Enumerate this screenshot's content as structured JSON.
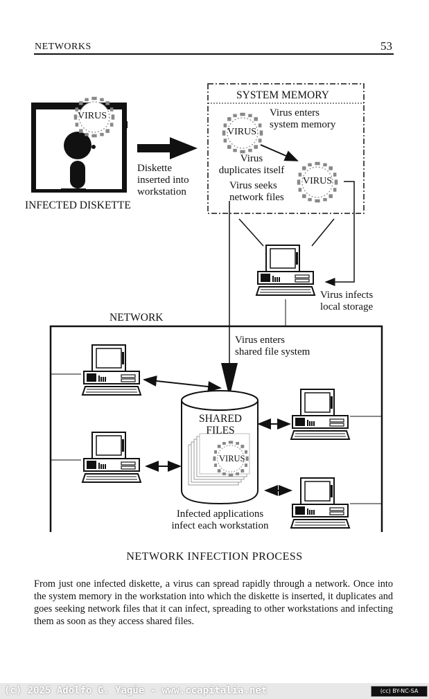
{
  "header": {
    "section": "NETWORKS",
    "page_number": "53"
  },
  "diagram": {
    "infected_diskette_label": "INFECTED DISKETTE",
    "diskette_virus": "VIRUS",
    "diskette_note": "Diskette\ninserted into\nworkstation",
    "system_memory_title": "SYSTEM MEMORY",
    "virus_enters_memory": "Virus enters\nsystem memory",
    "memory_virus_1": "VIRUS",
    "memory_virus_2": "VIRUS",
    "virus_duplicates": "Virus\nduplicates itself",
    "virus_seeks": "Virus seeks\nnetwork files",
    "virus_infects_local": "Virus infects\nlocal storage",
    "network_label": "NETWORK",
    "virus_enters_shared": "Virus enters\nshared file system",
    "shared_files": "SHARED\nFILES",
    "shared_virus": "VIRUS",
    "infected_apps": "Infected applications\ninfect each workstation"
  },
  "caption": "NETWORK INFECTION PROCESS",
  "paragraph": "From just one infected diskette, a virus can spread rapidly through a network. Once into the system memory in the workstation into which the diskette is inserted, it duplicates and goes seeking network files that it can infect, spreading to other workstations and infecting them as soon as they access shared files.",
  "footer": {
    "credit": "(c) 2025 Adolfo G. Yagüe - www.ccapitalia.net",
    "license": "(cc) BY-NC-SA"
  }
}
